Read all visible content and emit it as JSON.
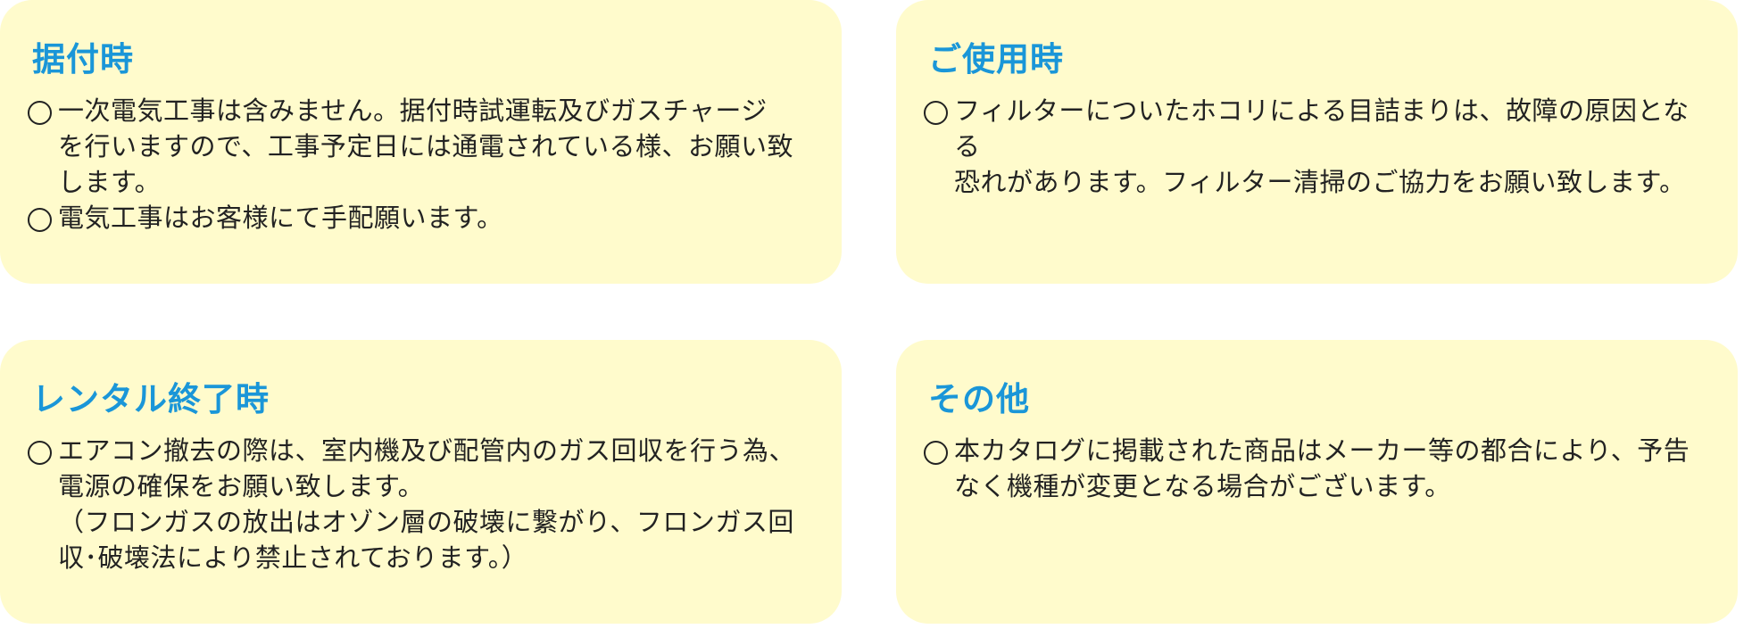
{
  "sections": [
    {
      "title": "据付時",
      "notes": [
        {
          "lines": [
            "一次電気工事は含みません。据付時試運転及びガスチャージ",
            "を行いますので、工事予定日には通電されている様、お願い致",
            "します。"
          ]
        },
        {
          "lines": [
            "電気工事はお客様にて手配願います。"
          ]
        }
      ]
    },
    {
      "title": "ご使用時",
      "notes": [
        {
          "lines": [
            "フィルターについたホコリによる目詰まりは、故障の原因となる",
            "恐れがあります。フィルター清掃のご協力をお願い致します。"
          ]
        }
      ]
    },
    {
      "title": "レンタル終了時",
      "notes": [
        {
          "lines": [
            "エアコン撤去の際は、室内機及び配管内のガス回収を行う為、",
            "電源の確保をお願い致します。",
            "（フロンガスの放出はオゾン層の破壊に繋がり、フロンガス回",
            "収･破壊法により禁止されております。）"
          ]
        }
      ]
    },
    {
      "title": "その他",
      "notes": [
        {
          "lines": [
            "本カタログに掲載された商品はメーカー等の都合により、予告",
            "なく機種が変更となる場合がございます。"
          ]
        }
      ]
    }
  ],
  "colors": {
    "card_background": "#fffbcc",
    "title": "#1a96d8",
    "text": "#222222"
  },
  "icons": {
    "bullet": "circle-bullet-icon"
  }
}
